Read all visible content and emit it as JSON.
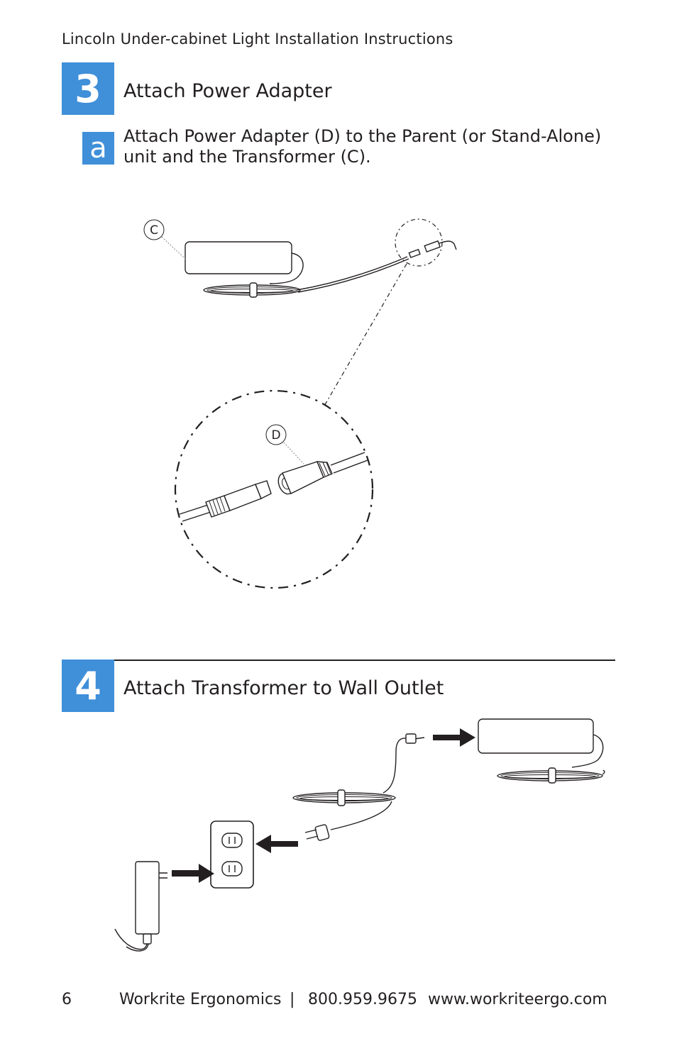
{
  "header": {
    "title": "Lincoln Under-cabinet Light Installation Instructions"
  },
  "step3": {
    "number": "3",
    "title": "Attach Power Adapter",
    "substep": {
      "letter": "a",
      "text": "Attach Power Adapter (D) to the Parent (or Stand-Alone) unit and the Transformer (C)."
    },
    "callouts": {
      "transformer": "C",
      "adapter": "D"
    }
  },
  "step4": {
    "number": "4",
    "title": "Attach Transformer to Wall Outlet"
  },
  "footer": {
    "page_number": "6",
    "company": "Workrite Ergonomics",
    "separator": "|",
    "phone": "800.959.9675",
    "website": "www.workriteergo.com"
  },
  "colors": {
    "accent": "#3f8fd9",
    "text": "#231f20"
  },
  "icons": [
    "transformer-illustration",
    "connector-closeup-illustration",
    "wall-outlet-icon",
    "arrow-icon",
    "plug-icon",
    "wall-adapter-illustration"
  ]
}
